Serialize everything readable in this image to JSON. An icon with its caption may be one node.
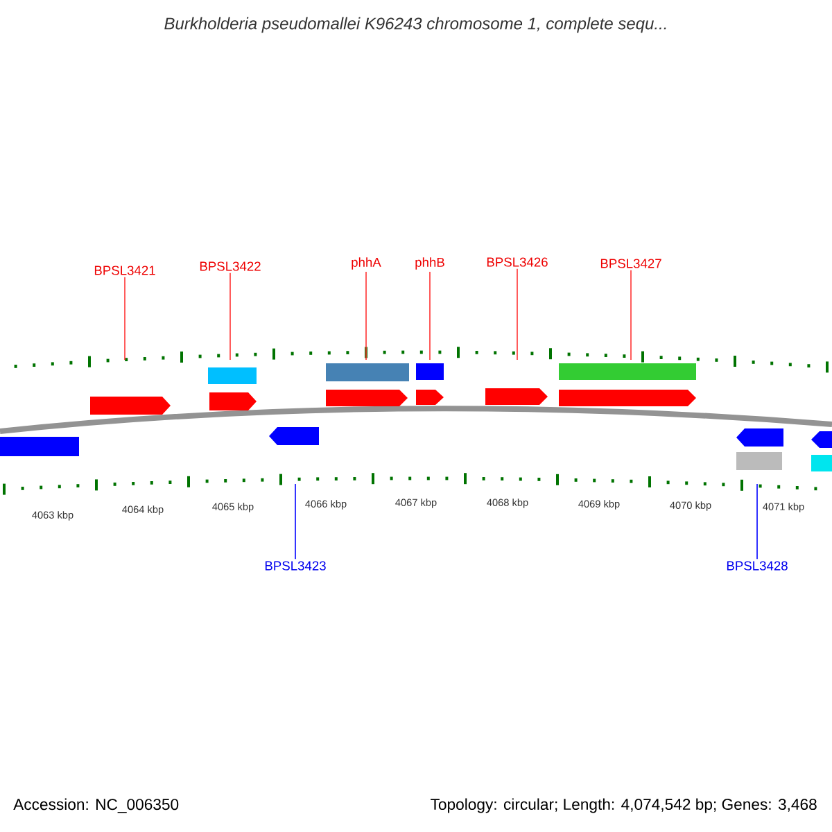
{
  "diagram": {
    "title": "Burkholderia pseudomallei K96243 chromosome 1, complete sequ...",
    "nodes": [
      {
        "text": [
          "BPSL3421"
        ]
      },
      {
        "text": [
          "BPSL3422"
        ]
      },
      {
        "text": [
          "phhA"
        ]
      },
      {
        "text": [
          "phhB"
        ]
      },
      {
        "text": [
          "BPSL3426"
        ]
      },
      {
        "text": [
          "BPSL3427"
        ]
      },
      {
        "text": [],
        "shape": "ruler"
      },
      {
        "text": [],
        "shape": "ruler"
      },
      {
        "text": [
          "BPSL3423"
        ]
      },
      {
        "text": [
          "BPSL3428"
        ]
      }
    ],
    "edges": [
      {
        "from": 0,
        "to": 6,
        "arrow": "none"
      },
      {
        "from": 1,
        "to": 6,
        "arrow": "none"
      },
      {
        "from": 2,
        "to": 6,
        "arrow": "none"
      },
      {
        "from": 3,
        "to": 6,
        "arrow": "none"
      },
      {
        "from": 4,
        "to": 6,
        "arrow": "none"
      },
      {
        "from": 5,
        "to": 6,
        "arrow": "none"
      },
      {
        "from": 8,
        "to": 7,
        "arrow": "none",
        "color": "#0000ff"
      },
      {
        "from": 9,
        "to": 7,
        "arrow": "none",
        "color": "#0000ff"
      }
    ],
    "labels": [
      "4063 kbp",
      "4064 kbp",
      "4065 kbp",
      "4066 kbp",
      "4067 kbp",
      "4068 kbp",
      "4069 kbp",
      "4070 kbp",
      "4071 kbp",
      "Accession: NC_006350",
      "Topology: circular; Length: 4,074,542 bp; Genes: 3,468"
    ]
  }
}
